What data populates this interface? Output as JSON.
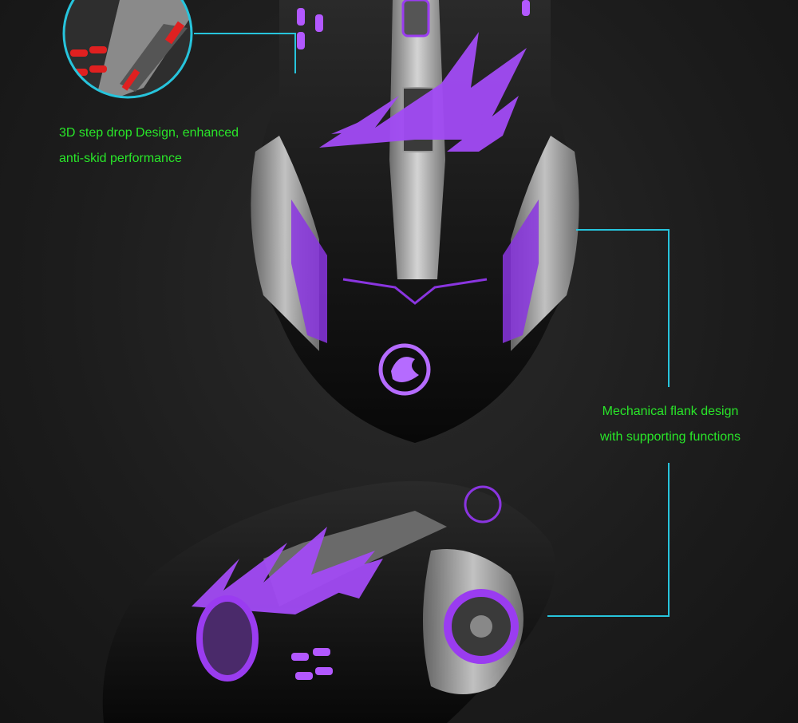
{
  "captions": {
    "skid_line1": "3D step drop Design, enhanced",
    "skid_line2": "anti-skid performance",
    "flank_line1": "Mechanical flank design",
    "flank_line2": "with supporting functions"
  },
  "colors": {
    "caption": "#29e629",
    "callout_line": "#27c4dc",
    "glow": "#9a3cf0",
    "metal": "#a9a9a9"
  }
}
